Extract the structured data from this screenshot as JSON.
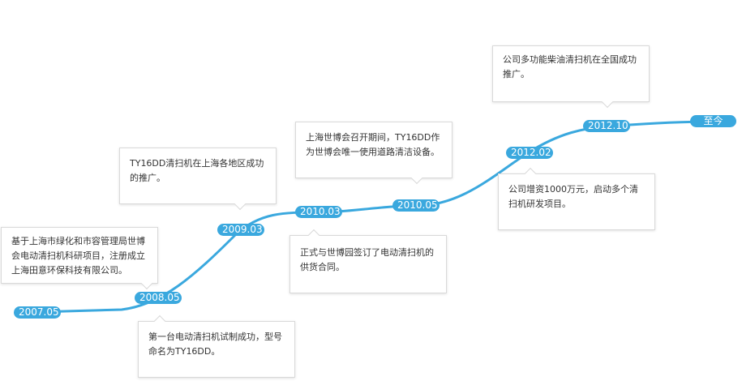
{
  "colors": {
    "line": "#3aa8de",
    "badge": "#3aa8de",
    "card_border": "#d9d9d9",
    "text": "#333333"
  },
  "milestones": [
    {
      "label": "2007.05"
    },
    {
      "label": "2008.05"
    },
    {
      "label": "2009.03"
    },
    {
      "label": "2010.03"
    },
    {
      "label": "2010.05"
    },
    {
      "label": "2012.02"
    },
    {
      "label": "2012.10"
    },
    {
      "label": "至今"
    }
  ],
  "events": [
    {
      "text": "基于上海市绿化和市容管理局世博会电动清扫机科研项目，注册成立上海田意环保科技有限公司。"
    },
    {
      "text": "第一台电动清扫机试制成功，型号命名为TY16DD。"
    },
    {
      "text": "TY16DD清扫机在上海各地区成功的推广。"
    },
    {
      "text": "正式与世博园签订了电动清扫机的供货合同。"
    },
    {
      "text": "上海世博会召开期间，TY16DD作为世博会唯一使用道路清洁设备。"
    },
    {
      "text": "公司增资1000万元，启动多个清扫机研发项目。"
    },
    {
      "text": "公司多功能柴油清扫机在全国成功推广。"
    }
  ]
}
